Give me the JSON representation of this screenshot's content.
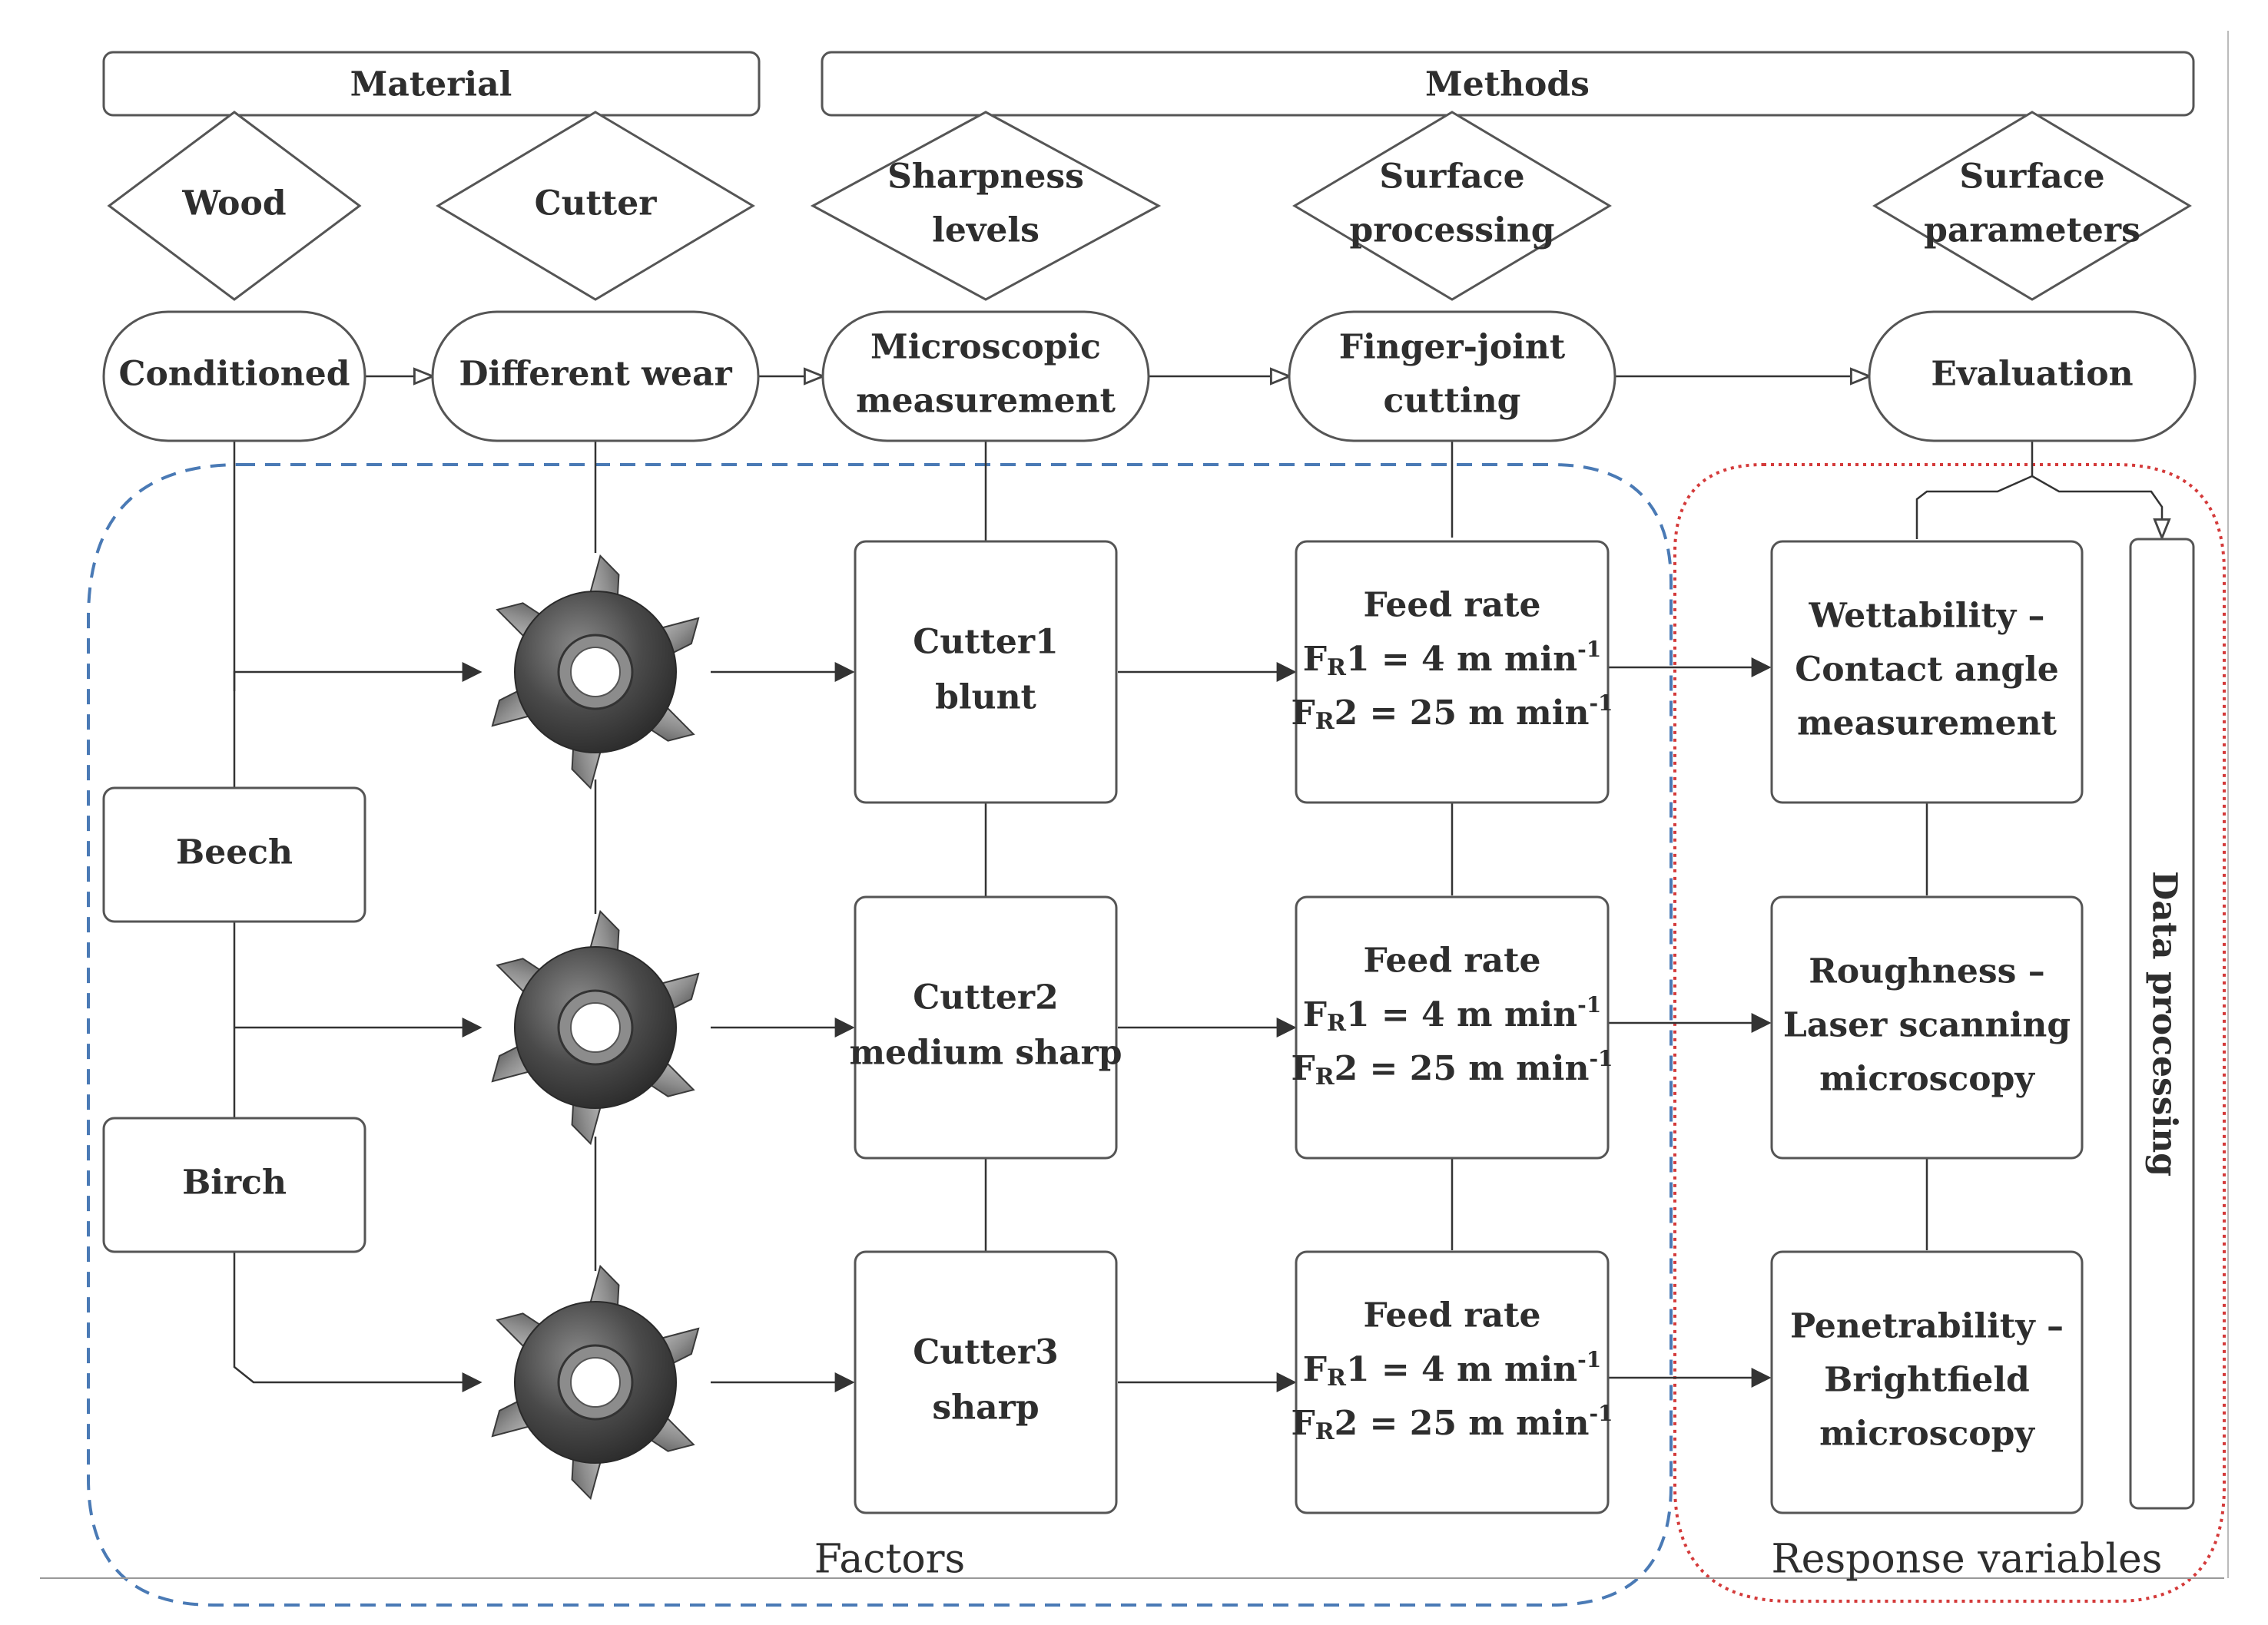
{
  "headers": {
    "material": "Material",
    "methods": "Methods"
  },
  "diamonds": {
    "wood": [
      "Wood"
    ],
    "cutter": [
      "Cutter"
    ],
    "sharpness": [
      "Sharpness",
      "levels"
    ],
    "surface_processing": [
      "Surface",
      "processing"
    ],
    "surface_parameters": [
      "Surface",
      "parameters"
    ]
  },
  "pills": {
    "conditioned": [
      "Conditioned"
    ],
    "different_wear": [
      "Different wear"
    ],
    "microscopic": [
      "Microscopic",
      "measurement"
    ],
    "finger_joint": [
      "Finger-joint",
      "cutting"
    ],
    "evaluation": [
      "Evaluation"
    ]
  },
  "species": {
    "beech": "Beech",
    "birch": "Birch"
  },
  "cutters": [
    {
      "lines": [
        "Cutter1",
        "blunt"
      ]
    },
    {
      "lines": [
        "Cutter2",
        "medium sharp"
      ]
    },
    {
      "lines": [
        "Cutter3",
        "sharp"
      ]
    }
  ],
  "feed": {
    "title": "Feed rate",
    "f1": {
      "sym": "F",
      "sub": "R",
      "rest": "1 = 4 m min",
      "sup": "-1"
    },
    "f2": {
      "sym": "F",
      "sub": "R",
      "rest": "2 = 25 m min",
      "sup": "-1"
    }
  },
  "responses": [
    {
      "lines": [
        "Wettability –",
        "Contact angle",
        "measurement"
      ]
    },
    {
      "lines": [
        "Roughness –",
        "Laser scanning",
        "microscopy"
      ]
    },
    {
      "lines": [
        "Penetrability –",
        "Brightfield",
        "microscopy"
      ]
    }
  ],
  "data_processing": "Data processing",
  "groups": {
    "factors": "Factors",
    "responses": "Response variables"
  },
  "colors": {
    "factors_border": "#4a7ab5",
    "responses_border": "#d43a3a",
    "lines": "#333333",
    "box_border": "#555555"
  }
}
